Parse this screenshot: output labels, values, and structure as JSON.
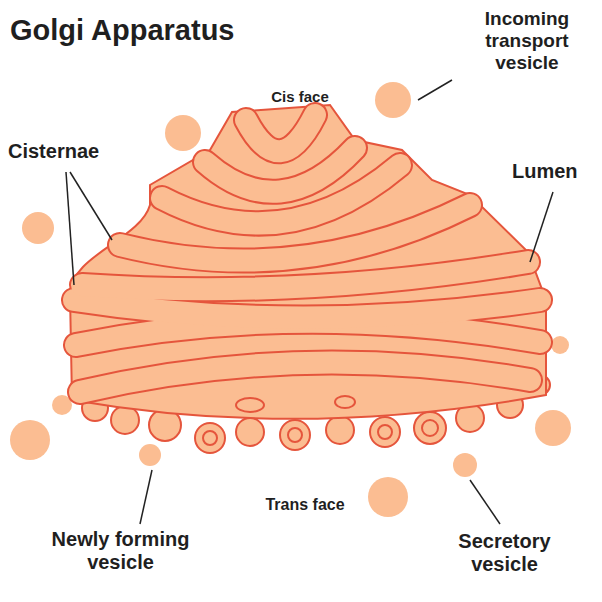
{
  "diagram": {
    "title": "Golgi Apparatus",
    "labels": [
      "Cis face",
      "Incoming transport vesicle",
      "Cisternae",
      "Lumen",
      "Trans face",
      "Newly forming vesicle",
      "Secretory vesicle"
    ]
  }
}
